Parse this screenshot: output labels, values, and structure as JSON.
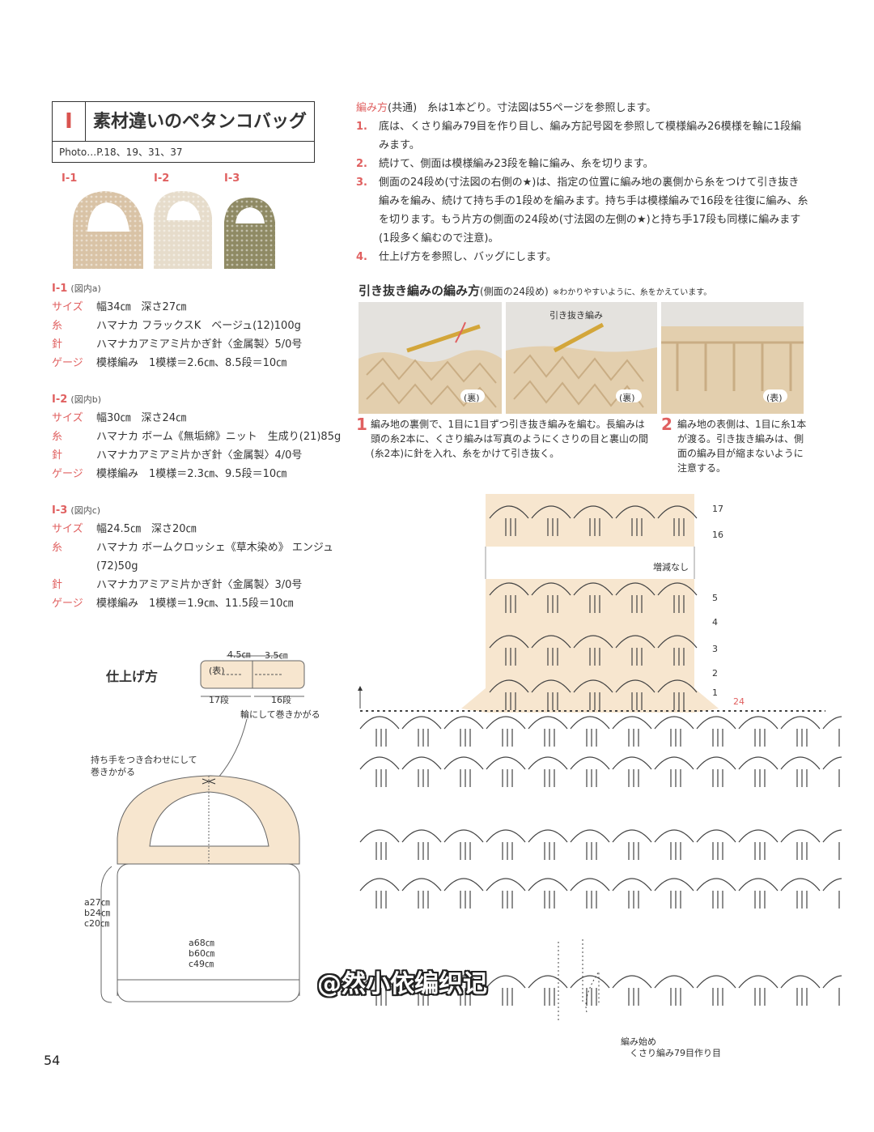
{
  "header": {
    "pattern_id": "I",
    "title": "素材違いのペタンコバッグ",
    "photo_ref": "Photo…P.18、19、31、37"
  },
  "swatches": [
    {
      "label": "I-1",
      "color": "#d9c3a6"
    },
    {
      "label": "I-2",
      "color": "#e6dccb"
    },
    {
      "label": "I-3",
      "color": "#8f8a64"
    }
  ],
  "specs": [
    {
      "id": "I-1",
      "fig": "(図内a)",
      "rows": [
        {
          "k": "サイズ",
          "v": "幅34㎝　深さ27㎝"
        },
        {
          "k": "糸",
          "v": "ハマナカ フラックスK　ベージュ(12)100g"
        },
        {
          "k": "針",
          "v": "ハマナカアミアミ片かぎ針〈金属製〉5/0号"
        },
        {
          "k": "ゲージ",
          "v": "模様編み　1模様＝2.6㎝、8.5段＝10㎝"
        }
      ]
    },
    {
      "id": "I-2",
      "fig": "(図内b)",
      "rows": [
        {
          "k": "サイズ",
          "v": "幅30㎝　深さ24㎝"
        },
        {
          "k": "糸",
          "v": "ハマナカ ボーム《無垢綿》ニット　生成り(21)85g"
        },
        {
          "k": "針",
          "v": "ハマナカアミアミ片かぎ針〈金属製〉4/0号"
        },
        {
          "k": "ゲージ",
          "v": "模様編み　1模様＝2.3㎝、9.5段＝10㎝"
        }
      ]
    },
    {
      "id": "I-3",
      "fig": "(図内c)",
      "rows": [
        {
          "k": "サイズ",
          "v": "幅24.5㎝　深さ20㎝"
        },
        {
          "k": "糸",
          "v": "ハマナカ ボームクロッシェ《草木染め》 エンジュ(72)50g"
        },
        {
          "k": "針",
          "v": "ハマナカアミアミ片かぎ針〈金属製〉3/0号"
        },
        {
          "k": "ゲージ",
          "v": "模様編み　1模様＝1.9㎝、11.5段＝10㎝"
        }
      ]
    }
  ],
  "instructions": {
    "head_label": "編み方",
    "head_rest": "(共通)　糸は1本どり。寸法図は55ページを参照します。",
    "steps": [
      {
        "n": "1.",
        "text": "底は、くさり編み79目を作り目し、編み方記号図を参照して模様編み26模様を輪に1段編みます。"
      },
      {
        "n": "2.",
        "text": "続けて、側面は模様編み23段を輪に編み、糸を切ります。"
      },
      {
        "n": "3.",
        "text": "側面の24段め(寸法図の右側の★)は、指定の位置に編み地の裏側から糸をつけて引き抜き編みを編み、続けて持ち手の1段めを編みます。持ち手は模様編みで16段を往復に編み、糸を切ります。もう片方の側面の24段め(寸法図の左側の★)と持ち手17段も同様に編みます(1段多く編むので注意)。"
      },
      {
        "n": "4.",
        "text": "仕上げ方を参照し、バッグにします。"
      }
    ]
  },
  "photo_section": {
    "title": "引き抜き編みの編み方",
    "subtitle": "(側面の24段め)",
    "note": "※わかりやすいように、糸をかえています。",
    "photo_labels": [
      "(裏)",
      "(裏)",
      "(表)"
    ],
    "pointer": "引き抜き編み",
    "captions": [
      {
        "n": "1",
        "text": "編み地の裏側で、1目に1目ずつ引き抜き編みを編む。長編みは頭の糸2本に、くさり編みは写真のようにくさりの目と裏山の間(糸2本)に針を入れ、糸をかけて引き抜く。"
      },
      {
        "n": "2",
        "text": "編み地の表側は、1目に糸1本が渡る。引き抜き編みは、側面の編み目が縮まないように注意する。"
      }
    ]
  },
  "finishing": {
    "title": "仕上げ方",
    "dim1": "4.5㎝",
    "dim2": "3.5㎝",
    "face": "(表)",
    "rows_left": "17段",
    "rows_right": "16段",
    "join_note": "輪にして巻きかがる",
    "handle_note": "持ち手をつき合わせにして巻きかがる",
    "depth": [
      "a27㎝",
      "b24㎝",
      "c20㎝"
    ],
    "circumference": [
      "a68㎝",
      "b60㎝",
      "c49㎝"
    ]
  },
  "chart": {
    "row_labels": [
      "17",
      "16",
      "5",
      "4",
      "3",
      "2",
      "1"
    ],
    "no_increase": "増減なし",
    "start_num": "24",
    "start_label": "編み始め",
    "start_detail": "くさり編み79目作り目"
  },
  "watermark": "@然小依编织记",
  "page_number": "54"
}
